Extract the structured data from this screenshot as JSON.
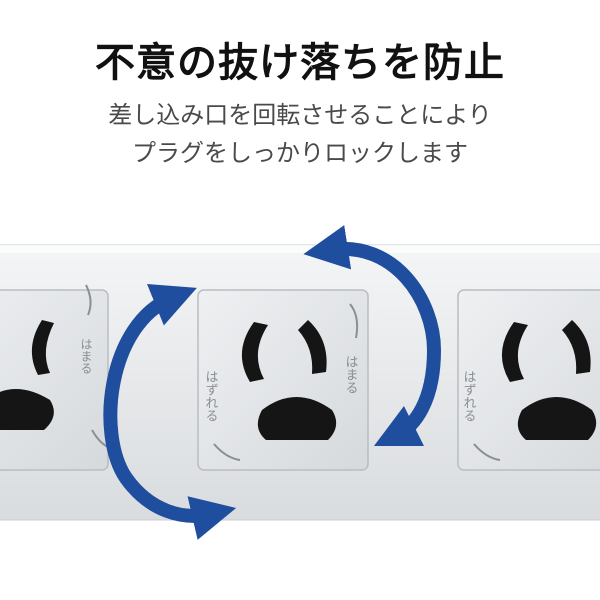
{
  "header": {
    "title": "不意の抜け落ちを防止",
    "description_line1": "差し込み口を回転させることにより",
    "description_line2": "プラグをしっかりロックします"
  },
  "outlet": {
    "rotate_lock_label": "はまる",
    "rotate_release_label": "はずれる"
  },
  "colors": {
    "arrow": "#1f4e9e",
    "strip": "#eceef0",
    "outlet_face": "#e7e9eb",
    "text": "#111111"
  }
}
